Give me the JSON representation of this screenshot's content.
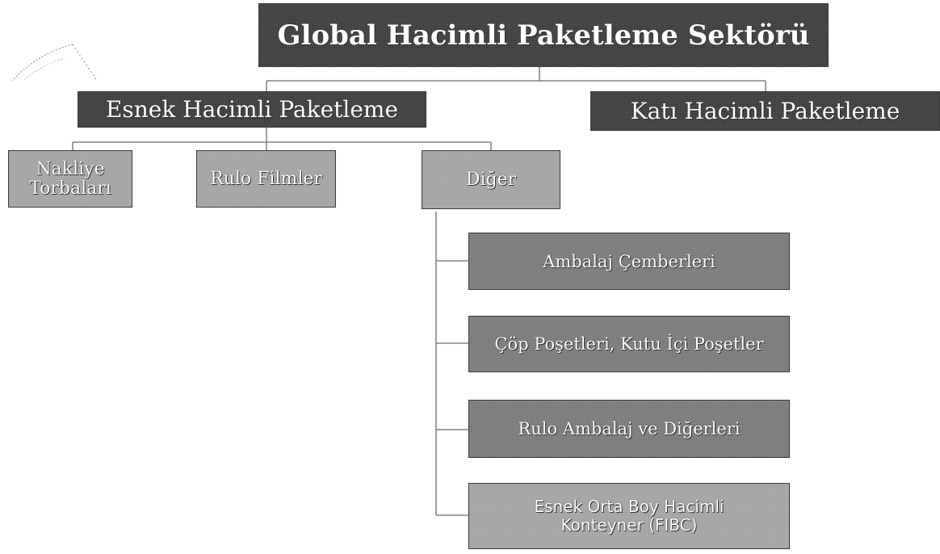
{
  "root": {
    "label": "Global Hacimli Paketleme Sektörü"
  },
  "level1": {
    "flexible": "Esnek Hacimli Paketleme",
    "rigid": "Katı Hacimli Paketleme"
  },
  "level2": {
    "shipping_bags": "Nakliye Torbaları",
    "roll_films": "Rulo Filmler",
    "other": "Diğer"
  },
  "other_items": [
    "Ambalaj Çemberleri",
    "Çöp Poşetleri, Kutu İçi Poşetler",
    "Rulo Ambalaj ve Diğerleri",
    "Esnek Orta Boy Hacimli Konteyner (FIBC)"
  ],
  "colors": {
    "dark": "#3d3d3d",
    "mid": "#7a7a7a",
    "light": "#a3a3a3",
    "connector": "#6a6a6a"
  }
}
